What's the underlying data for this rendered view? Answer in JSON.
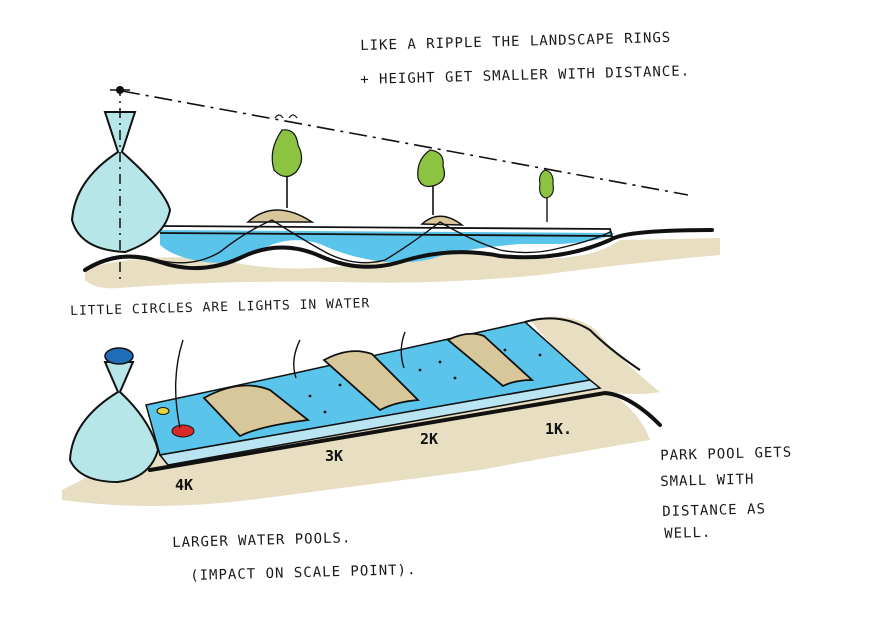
{
  "annotations": {
    "top_line1": "LIKE A RIPPLE THE LANDSCAPE RINGS",
    "top_line2": "+ HEIGHT GET SMALLER WITH DISTANCE.",
    "little_circles": "LITTLE CIRCLES ARE LIGHTS IN WATER",
    "pool_line1": "PARK POOL GETS",
    "pool_line2": "SMALL WITH",
    "pool_line3": "DISTANCE AS",
    "pool_line4": "WELL.",
    "bottom_line1": "LARGER WATER POOLS.",
    "bottom_line2": "(IMPACT ON SCALE POINT)."
  },
  "distance_labels": [
    "4K",
    "3K",
    "2K",
    "1K."
  ],
  "colors": {
    "ink": "#111111",
    "water": "#5bc4ea",
    "water_light": "#b9e4f1",
    "vessel": "#b7e6e8",
    "sand": "#d8c79a",
    "ground_shadow": "#e8dfc2",
    "tree": "#8cc442",
    "light_red": "#d82a2a",
    "light_yellow": "#e7d53a",
    "cap_blue": "#1f6db8"
  }
}
